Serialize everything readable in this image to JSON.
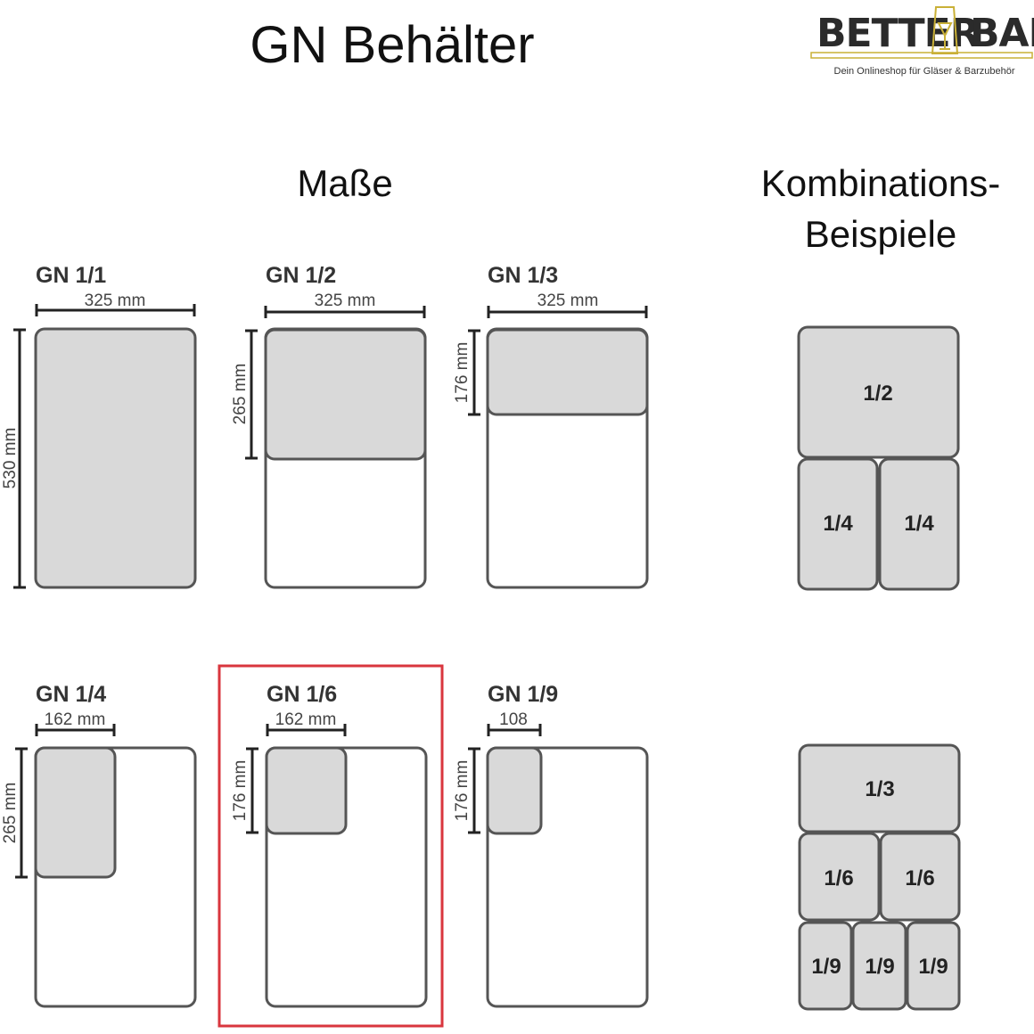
{
  "title": "GN Behälter",
  "logo": {
    "brand_left": "BETTER",
    "brand_right": "BAR",
    "tagline": "Dein Onlineshop für Gläser & Barzubehör",
    "gold": "#c9b037"
  },
  "headings": {
    "dimensions": "Maße",
    "combos_line1": "Kombinations-",
    "combos_line2": "Beispiele"
  },
  "containers": [
    {
      "label": "GN 1/1",
      "width": "325 mm",
      "height": "530 mm"
    },
    {
      "label": "GN 1/2",
      "width": "325 mm",
      "height": "265 mm"
    },
    {
      "label": "GN 1/3",
      "width": "325 mm",
      "height": "176 mm"
    },
    {
      "label": "GN 1/4",
      "width": "162 mm",
      "height": "265 mm"
    },
    {
      "label": "GN 1/6",
      "width": "162 mm",
      "height": "176 mm",
      "highlighted": true
    },
    {
      "label": "GN 1/9",
      "width": "108",
      "height": "176 mm"
    }
  ],
  "combo1": [
    "1/2",
    "1/4",
    "1/4"
  ],
  "combo2": [
    "1/3",
    "1/6",
    "1/6",
    "1/9",
    "1/9",
    "1/9"
  ],
  "colors": {
    "highlight": "#d9363e",
    "fill": "#d9d9d9",
    "stroke": "#555555"
  }
}
